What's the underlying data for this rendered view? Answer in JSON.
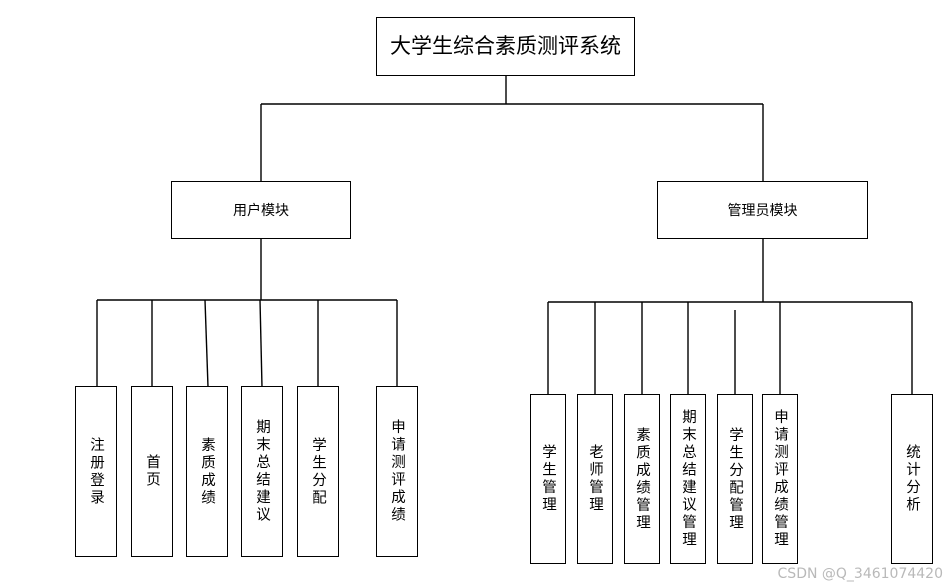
{
  "root": {
    "label": "大学生综合素质测评系统"
  },
  "modules": {
    "user": {
      "label": "用户模块",
      "children": [
        "注册登录",
        "首页",
        "素质成绩",
        "期末总结建议",
        "学生分配",
        "申请测评成绩"
      ]
    },
    "admin": {
      "label": "管理员模块",
      "children": [
        "学生管理",
        "老师管理",
        "素质成绩管理",
        "期末总结建议管理",
        "学生分配管理",
        "申请测评成绩管理",
        "统计分析"
      ]
    }
  },
  "watermark": "CSDN @Q_3461074420"
}
